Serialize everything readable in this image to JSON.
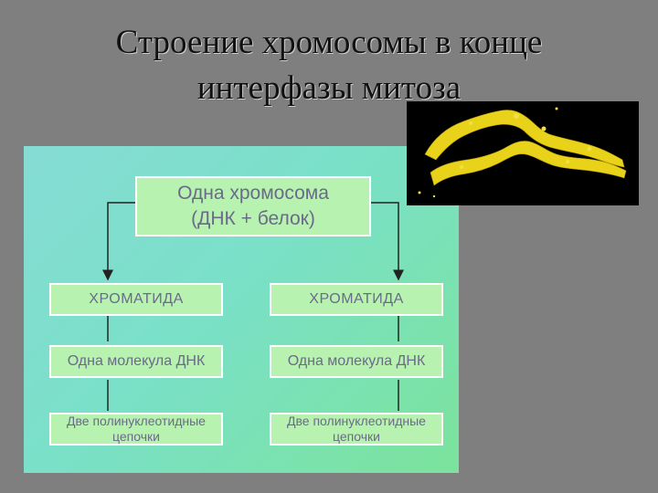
{
  "title": {
    "line1": "Строение хромосомы в конце",
    "line2": "интерфазы митоза"
  },
  "diagram": {
    "top_box": {
      "line1": "Одна хромосома",
      "line2": "(ДНК + белок)"
    },
    "left": {
      "chromatid": "ХРОМАТИДА",
      "molecule": "Одна молекула ДНК",
      "chains_line1": "Две полинуклеотидные",
      "chains_line2": "цепочки"
    },
    "right": {
      "chromatid": "ХРОМАТИДА",
      "molecule": "Одна молекула ДНК",
      "chains_line1": "Две полинуклеотидные",
      "chains_line2": "цепочки"
    }
  },
  "colors": {
    "background": "#7f7f7f",
    "box_fill": "#b8f2b0",
    "box_text": "#6a6a8a",
    "chromosome_yellow": "#e8d21a"
  },
  "image": {
    "name": "chromosome-micrograph"
  }
}
